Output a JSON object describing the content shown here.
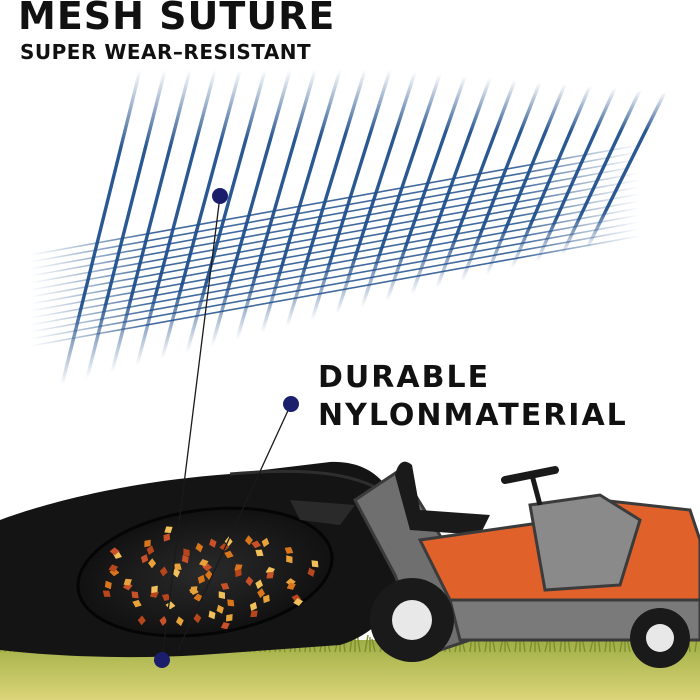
{
  "header": {
    "title": "MESH SUTURE",
    "subtitle": "SUPER WEAR–RESISTANT"
  },
  "callout": {
    "line1": "DURABLE",
    "line2": "NYLONMATERIAL"
  },
  "colors": {
    "text": "#111111",
    "mesh_blue": "#1f4f8c",
    "marker_dot": "#1b1f6b",
    "bag_black": "#141414",
    "mower_orange": "#e0612a",
    "mower_gray": "#8a8a8a",
    "grass": "#c9c25a",
    "leaf_orange": "#d9761c"
  },
  "icons": {
    "mesh": "mesh-fabric-illustration",
    "bag": "leaf-bag-illustration",
    "mower": "riding-mower-illustration"
  }
}
